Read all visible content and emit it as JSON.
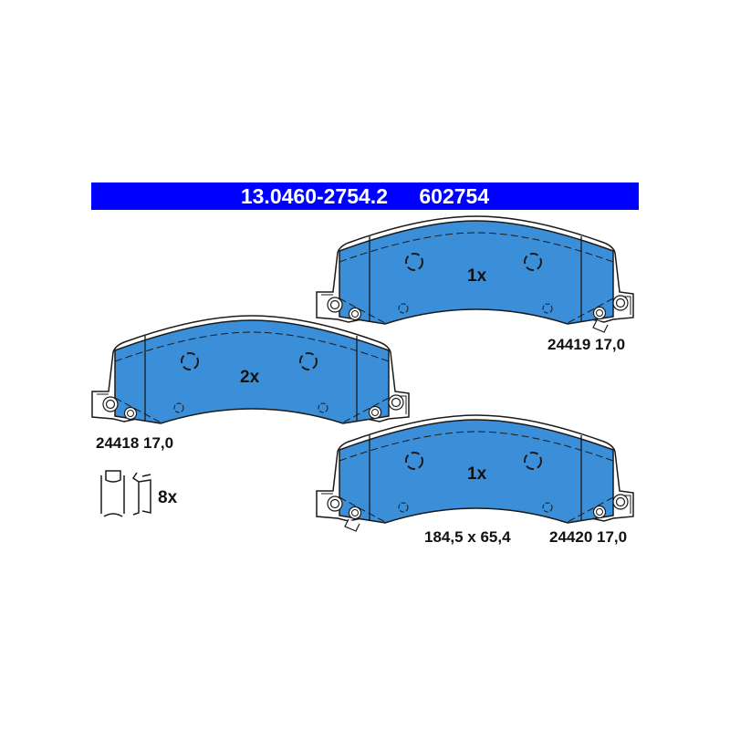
{
  "header": {
    "part_number": "13.0460-2754.2",
    "ref_number": "602754"
  },
  "pads": [
    {
      "quantity": "1x",
      "label": "24419 17,0"
    },
    {
      "quantity": "2x",
      "label": "24418 17,0"
    },
    {
      "quantity": "1x",
      "label": "24420 17,0"
    }
  ],
  "dimensions": "184,5 x 65,4",
  "clips": {
    "quantity": "8x"
  },
  "colors": {
    "header": "#0000ff",
    "friction": "#3b8fd9",
    "outline": "#1a1a1a"
  }
}
